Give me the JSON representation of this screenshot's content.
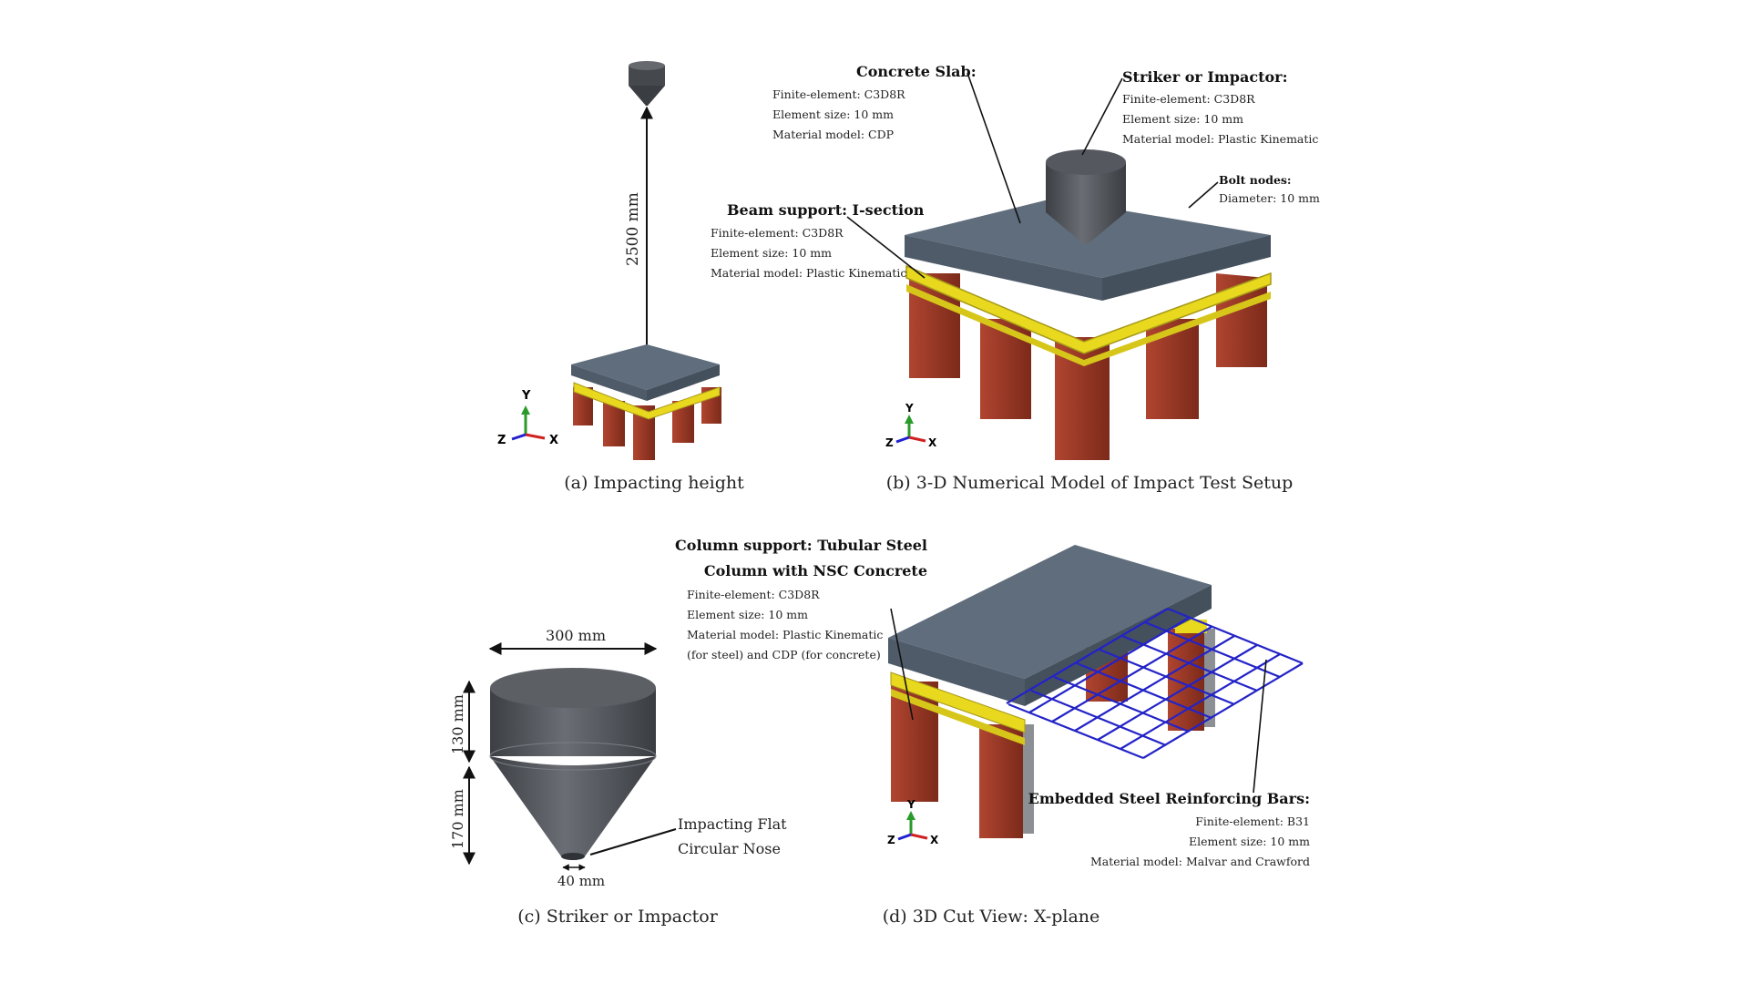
{
  "panel_a": {
    "height_label": "2500 mm",
    "caption": "(a) Impacting height",
    "axes": {
      "y": "Y",
      "z": "Z",
      "x": "X"
    }
  },
  "panel_b": {
    "caption": "(b) 3-D Numerical Model of Impact Test Setup",
    "concrete_slab": {
      "heading": "Concrete Slab:",
      "lines": [
        "Finite-element: C3D8R",
        "Element size: 10 mm",
        "Material model: CDP"
      ]
    },
    "striker": {
      "heading": "Striker or Impactor:",
      "lines": [
        "Finite-element: C3D8R",
        "Element size: 10 mm",
        "Material model: Plastic Kinematic"
      ]
    },
    "bolt": {
      "heading": "Bolt nodes:",
      "lines": [
        "Diameter: 10 mm"
      ]
    },
    "beam": {
      "heading": "Beam support: I-section",
      "lines": [
        "Finite-element: C3D8R",
        "Element size: 10 mm",
        "Material model: Plastic Kinematic"
      ]
    },
    "axes": {
      "y": "Y",
      "z": "Z",
      "x": "X"
    }
  },
  "panel_c": {
    "caption": "(c) Striker or Impactor",
    "width_label": "300 mm",
    "upper_label": "130 mm",
    "lower_label": "170 mm",
    "nose_label": "40 mm",
    "nose_note": [
      "Impacting Flat",
      "Circular Nose"
    ]
  },
  "panel_d": {
    "caption": "(d) 3D Cut View: X-plane",
    "column": {
      "heading": [
        "Column support: Tubular Steel",
        "Column with NSC Concrete"
      ],
      "lines": [
        "Finite-element: C3D8R",
        "Element size: 10 mm",
        "Material model: Plastic Kinematic",
        "(for steel) and CDP (for concrete)"
      ]
    },
    "rebar": {
      "heading": "Embedded Steel Reinforcing Bars:",
      "lines": [
        "Finite-element: B31",
        "Element size: 10 mm",
        "Material model: Malvar and Crawford"
      ]
    },
    "axes": {
      "y": "Y",
      "z": "Z",
      "x": "X"
    }
  },
  "colors": {
    "slab_top": "#5f6d7c",
    "slab_side": "#4a5765",
    "beam": "#e8d81e",
    "column": "#9c3a27",
    "column_dark": "#6e2416",
    "striker": "#4a4d52",
    "rebar": "#2323c8"
  }
}
